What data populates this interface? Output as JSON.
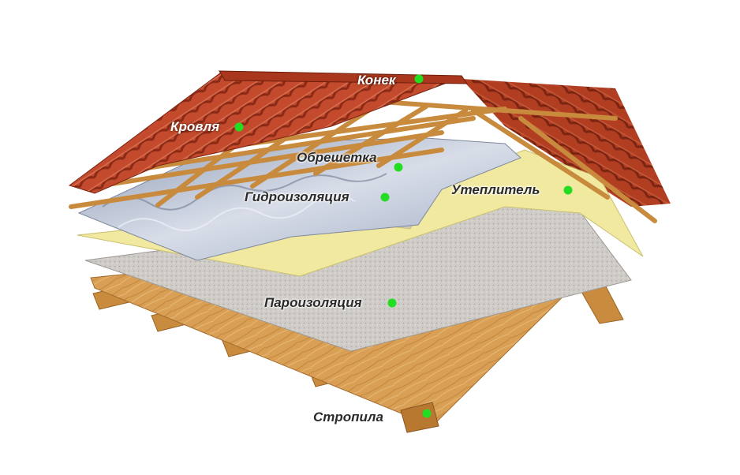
{
  "layers": {
    "ridge": "Конек",
    "roofing": "Кровля",
    "battens": "Обрешетка",
    "waterproofing": "Гидроизоляция",
    "insulation": "Утеплитель",
    "vapor_barrier": "Пароизоляция",
    "rafters": "Стропила"
  },
  "colors": {
    "marker": "#22dd22",
    "tile": "#c0452a",
    "tile_dark": "#8e2d18",
    "wood": "#d59a4c",
    "membrane": "#b9c3d3",
    "insulation": "#f3eba2",
    "vapor": "#c9c5c1"
  }
}
